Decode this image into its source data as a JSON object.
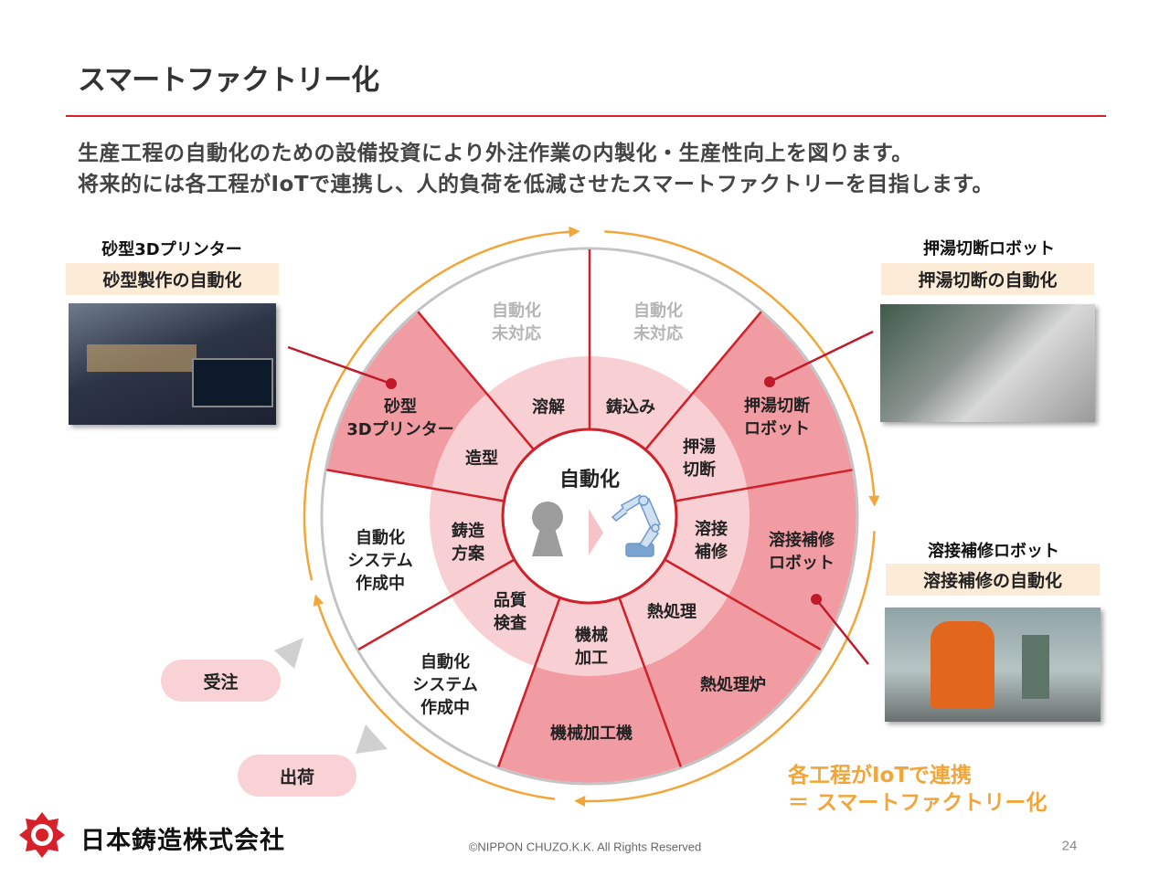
{
  "header": {
    "title": "スマートファクトリー化",
    "subtitle_lines": [
      "生産工程の自動化のための設備投資により外注作業の内製化・生産性向上を図ります。",
      "将来的には各工程がIoTで連携し、人的負荷を低減させたスマートファクトリーを目指します。"
    ]
  },
  "wheel": {
    "center_label": "自動化",
    "center_icons": [
      "person-icon",
      "arrow-icon",
      "robot-arm-icon"
    ],
    "segments": [
      {
        "inner": [
          "鋳込み"
        ],
        "outer": [
          "自動化",
          "未対応"
        ],
        "automated": false
      },
      {
        "inner": [
          "押湯",
          "切断"
        ],
        "outer": [
          "押湯切断",
          "ロボット"
        ],
        "automated": true
      },
      {
        "inner": [
          "溶接",
          "補修"
        ],
        "outer": [
          "溶接補修",
          "ロボット"
        ],
        "automated": true
      },
      {
        "inner": [
          "熱処理"
        ],
        "outer": [
          "熱処理炉"
        ],
        "automated": true
      },
      {
        "inner": [
          "機械",
          "加工"
        ],
        "outer": [
          "機械加工機"
        ],
        "automated": true
      },
      {
        "inner": [
          "品質",
          "検査"
        ],
        "outer": [
          "自動化",
          "システム",
          "作成中"
        ],
        "automated": false
      },
      {
        "inner": [
          "鋳造",
          "方案"
        ],
        "outer": [
          "自動化",
          "システム",
          "作成中"
        ],
        "automated": false
      },
      {
        "inner": [
          "造型"
        ],
        "outer": [
          "砂型",
          "3Dプリンター"
        ],
        "automated": true
      },
      {
        "inner": [
          "溶解"
        ],
        "outer": [
          "自動化",
          "未対応"
        ],
        "automated": false
      }
    ]
  },
  "callouts": {
    "sand_printer": {
      "title": "砂型3Dプリンター",
      "band": "砂型製作の自動化"
    },
    "riser_cut": {
      "title": "押湯切断ロボット",
      "band": "押湯切断の自動化"
    },
    "weld_repair": {
      "title": "溶接補修ロボット",
      "band": "溶接補修の自動化"
    }
  },
  "flow": {
    "order": "受注",
    "ship": "出荷"
  },
  "iot_note": [
    "各工程がIoTで連携",
    "＝ スマートファクトリー化"
  ],
  "footer": {
    "company": "日本鋳造株式会社",
    "copyright": "©NIPPON CHUZO.K.K. All Rights Reserved",
    "page_number": "24"
  },
  "colors": {
    "accent_red": "#d0202a",
    "segment_pink": "#f09ca2",
    "inner_pink": "#f8cfd2",
    "orange": "#f2a539",
    "band_beige": "#fcebd6"
  }
}
